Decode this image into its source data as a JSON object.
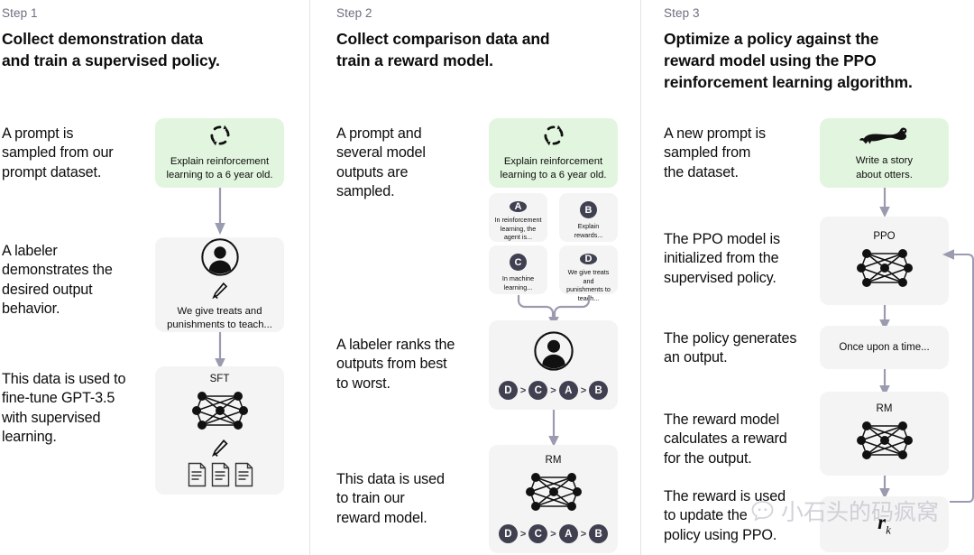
{
  "steps": [
    {
      "label": "Step 1",
      "title": "Collect demonstration data\nand train a supervised policy.",
      "captions": [
        "A prompt is\nsampled from our\nprompt dataset.",
        "A labeler\ndemonstrates the\ndesired output\nbehavior.",
        "This data is used to\nfine-tune GPT-3.5\nwith supervised\nlearning."
      ],
      "prompt_card": {
        "icon": "refresh-icon",
        "text": "Explain reinforcement\nlearning to a 6 year old."
      },
      "labeler_card": {
        "icon": "person-icon",
        "sub_icon": "pencil-icon",
        "text": "We give treats and\npunishments to teach..."
      },
      "model_card": {
        "title": "SFT",
        "icon": "neural-network-icon",
        "sub_icon": "pencil-icon",
        "docs_icon": "documents-icon"
      }
    },
    {
      "label": "Step 2",
      "title": "Collect comparison data and\ntrain a reward model.",
      "captions": [
        "A prompt and\nseveral model\noutputs are\nsampled.",
        "A labeler ranks the\noutputs from best\nto worst.",
        "This data is used\nto train our\nreward model."
      ],
      "prompt_card": {
        "icon": "refresh-icon",
        "text": "Explain reinforcement\nlearning to a 6 year old."
      },
      "outputs": [
        {
          "badge": "A",
          "text": "In reinforcement\nlearning, the\nagent is..."
        },
        {
          "badge": "B",
          "text": "Explain rewards..."
        },
        {
          "badge": "C",
          "text": "In machine\nlearning..."
        },
        {
          "badge": "D",
          "text": "We give treats and\npunishments to\nteach..."
        }
      ],
      "rank_card": {
        "icon": "person-icon",
        "ranking": [
          "D",
          "C",
          "A",
          "B"
        ]
      },
      "rm_card": {
        "title": "RM",
        "icon": "neural-network-icon",
        "ranking": [
          "D",
          "C",
          "A",
          "B"
        ]
      }
    },
    {
      "label": "Step 3",
      "title": "Optimize a policy against the\nreward model using the PPO\nreinforcement learning algorithm.",
      "captions": [
        "A new prompt is\nsampled from\nthe dataset.",
        "The PPO model is\ninitialized from the\nsupervised policy.",
        "The policy generates\nan output.",
        "The reward model\ncalculates a reward\nfor the output.",
        "The reward is used\nto update the\npolicy using PPO."
      ],
      "prompt_card": {
        "icon": "otter-icon",
        "text": "Write a story\nabout otters."
      },
      "ppo_card": {
        "title": "PPO",
        "icon": "neural-network-icon"
      },
      "output_card": {
        "text": "Once upon a time..."
      },
      "rm_card": {
        "title": "RM",
        "icon": "neural-network-icon"
      },
      "reward_card": {
        "symbol": "r",
        "subscript": "k"
      }
    }
  ],
  "rank_separator": ">",
  "watermark": {
    "text": "小石头的码疯窝",
    "icon": "chat-bubble-icon"
  },
  "colors": {
    "green_card": "#e2f6df",
    "grey_card": "#f4f4f4",
    "badge": "#3f4150",
    "connector": "#9b9bb0",
    "divider": "#e3e3e3",
    "step_label": "#6e6e80"
  }
}
